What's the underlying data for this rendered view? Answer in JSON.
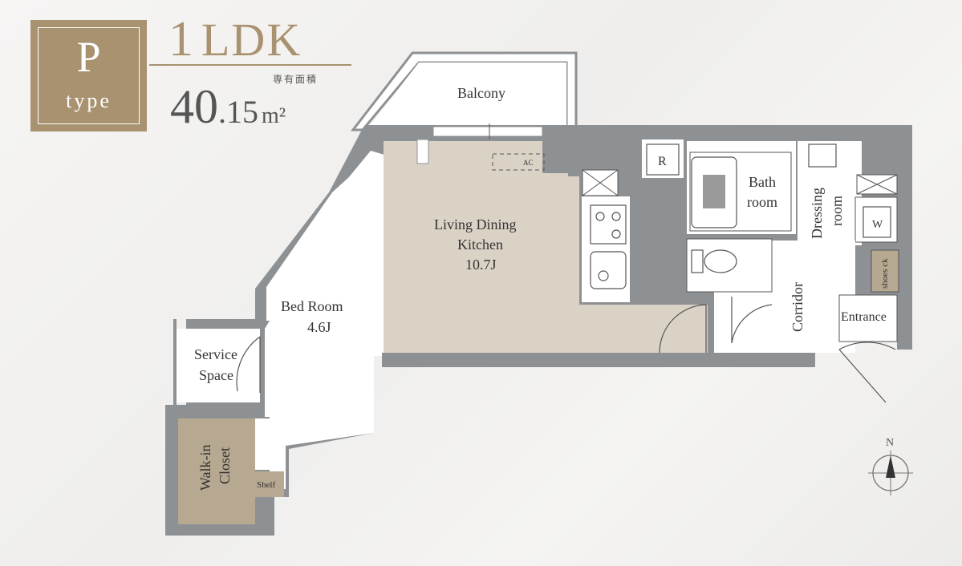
{
  "header": {
    "badge_letter": "P",
    "badge_word": "type",
    "layout_number": "1",
    "layout_code": "LDK",
    "area_label": "専有面積",
    "area_integer": "40",
    "area_decimal": ".15",
    "area_unit": "m²"
  },
  "rooms": {
    "balcony": "Balcony",
    "ldk_line1": "Living Dining",
    "ldk_line2": "Kitchen",
    "ldk_size": "10.7J",
    "bedroom_line1": "Bed Room",
    "bedroom_size": "4.6J",
    "service_line1": "Service",
    "service_line2": "Space",
    "walkin_line1": "Walk-in",
    "walkin_line2": "Closet",
    "shelf": "Shelf",
    "bath_line1": "Bath",
    "bath_line2": "room",
    "dressing_line1": "Dressing",
    "dressing_line2": "room",
    "corridor": "Corridor",
    "entrance": "Entrance",
    "shoes": "shoes ck",
    "fridge": "R",
    "washer": "W",
    "aircon": "AC"
  },
  "compass": {
    "north": "N"
  },
  "colors": {
    "wall": "#8e9194",
    "ldk_floor": "#dbd2c6",
    "closet_floor": "#b7a891",
    "accent": "#a89270"
  }
}
